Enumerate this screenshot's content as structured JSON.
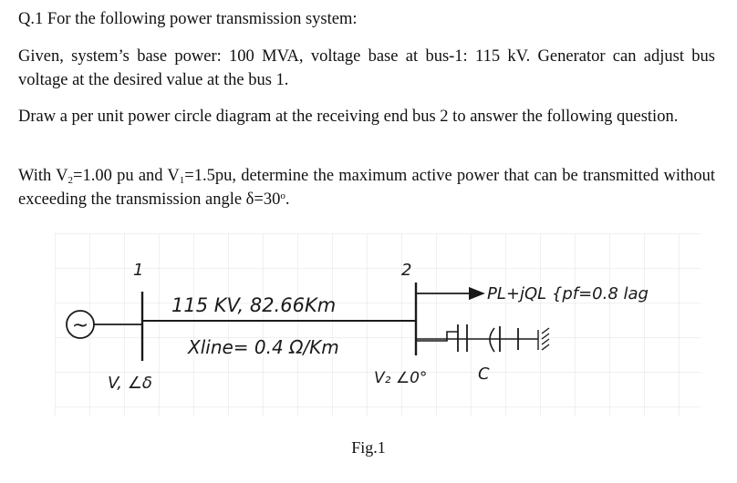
{
  "question": {
    "title": "Q.1 For the following power transmission system:",
    "given": "Given, system’s base power: 100 MVA, voltage base at bus-1: 115 kV. Generator can adjust bus voltage at the desired value at the bus 1.",
    "task": "Draw a per unit power circle diagram at the receiving end bus 2 to answer the following question.",
    "with_prefix": "With V",
    "v2_sub": "2",
    "v2_val": "=1.00 pu and V",
    "v1_sub": "1",
    "v1_val": "=1.5pu, determine the maximum active power that can be transmitted without exceeding the transmission angle δ=30",
    "degree": "o",
    "end": "."
  },
  "figure": {
    "bus1_label": "1",
    "bus2_label": "2",
    "line_spec": "115 KV, 82.66Km",
    "reactance": "Xline= 0.4 Ω/Km",
    "v1_label": "V, ∠δ",
    "v2_label": "V₂ ∠0°",
    "load_label": "PL+jQL {pf=0.8 lag",
    "cap_label": "C",
    "gen_symbol": "~",
    "caption": "Fig.1"
  }
}
